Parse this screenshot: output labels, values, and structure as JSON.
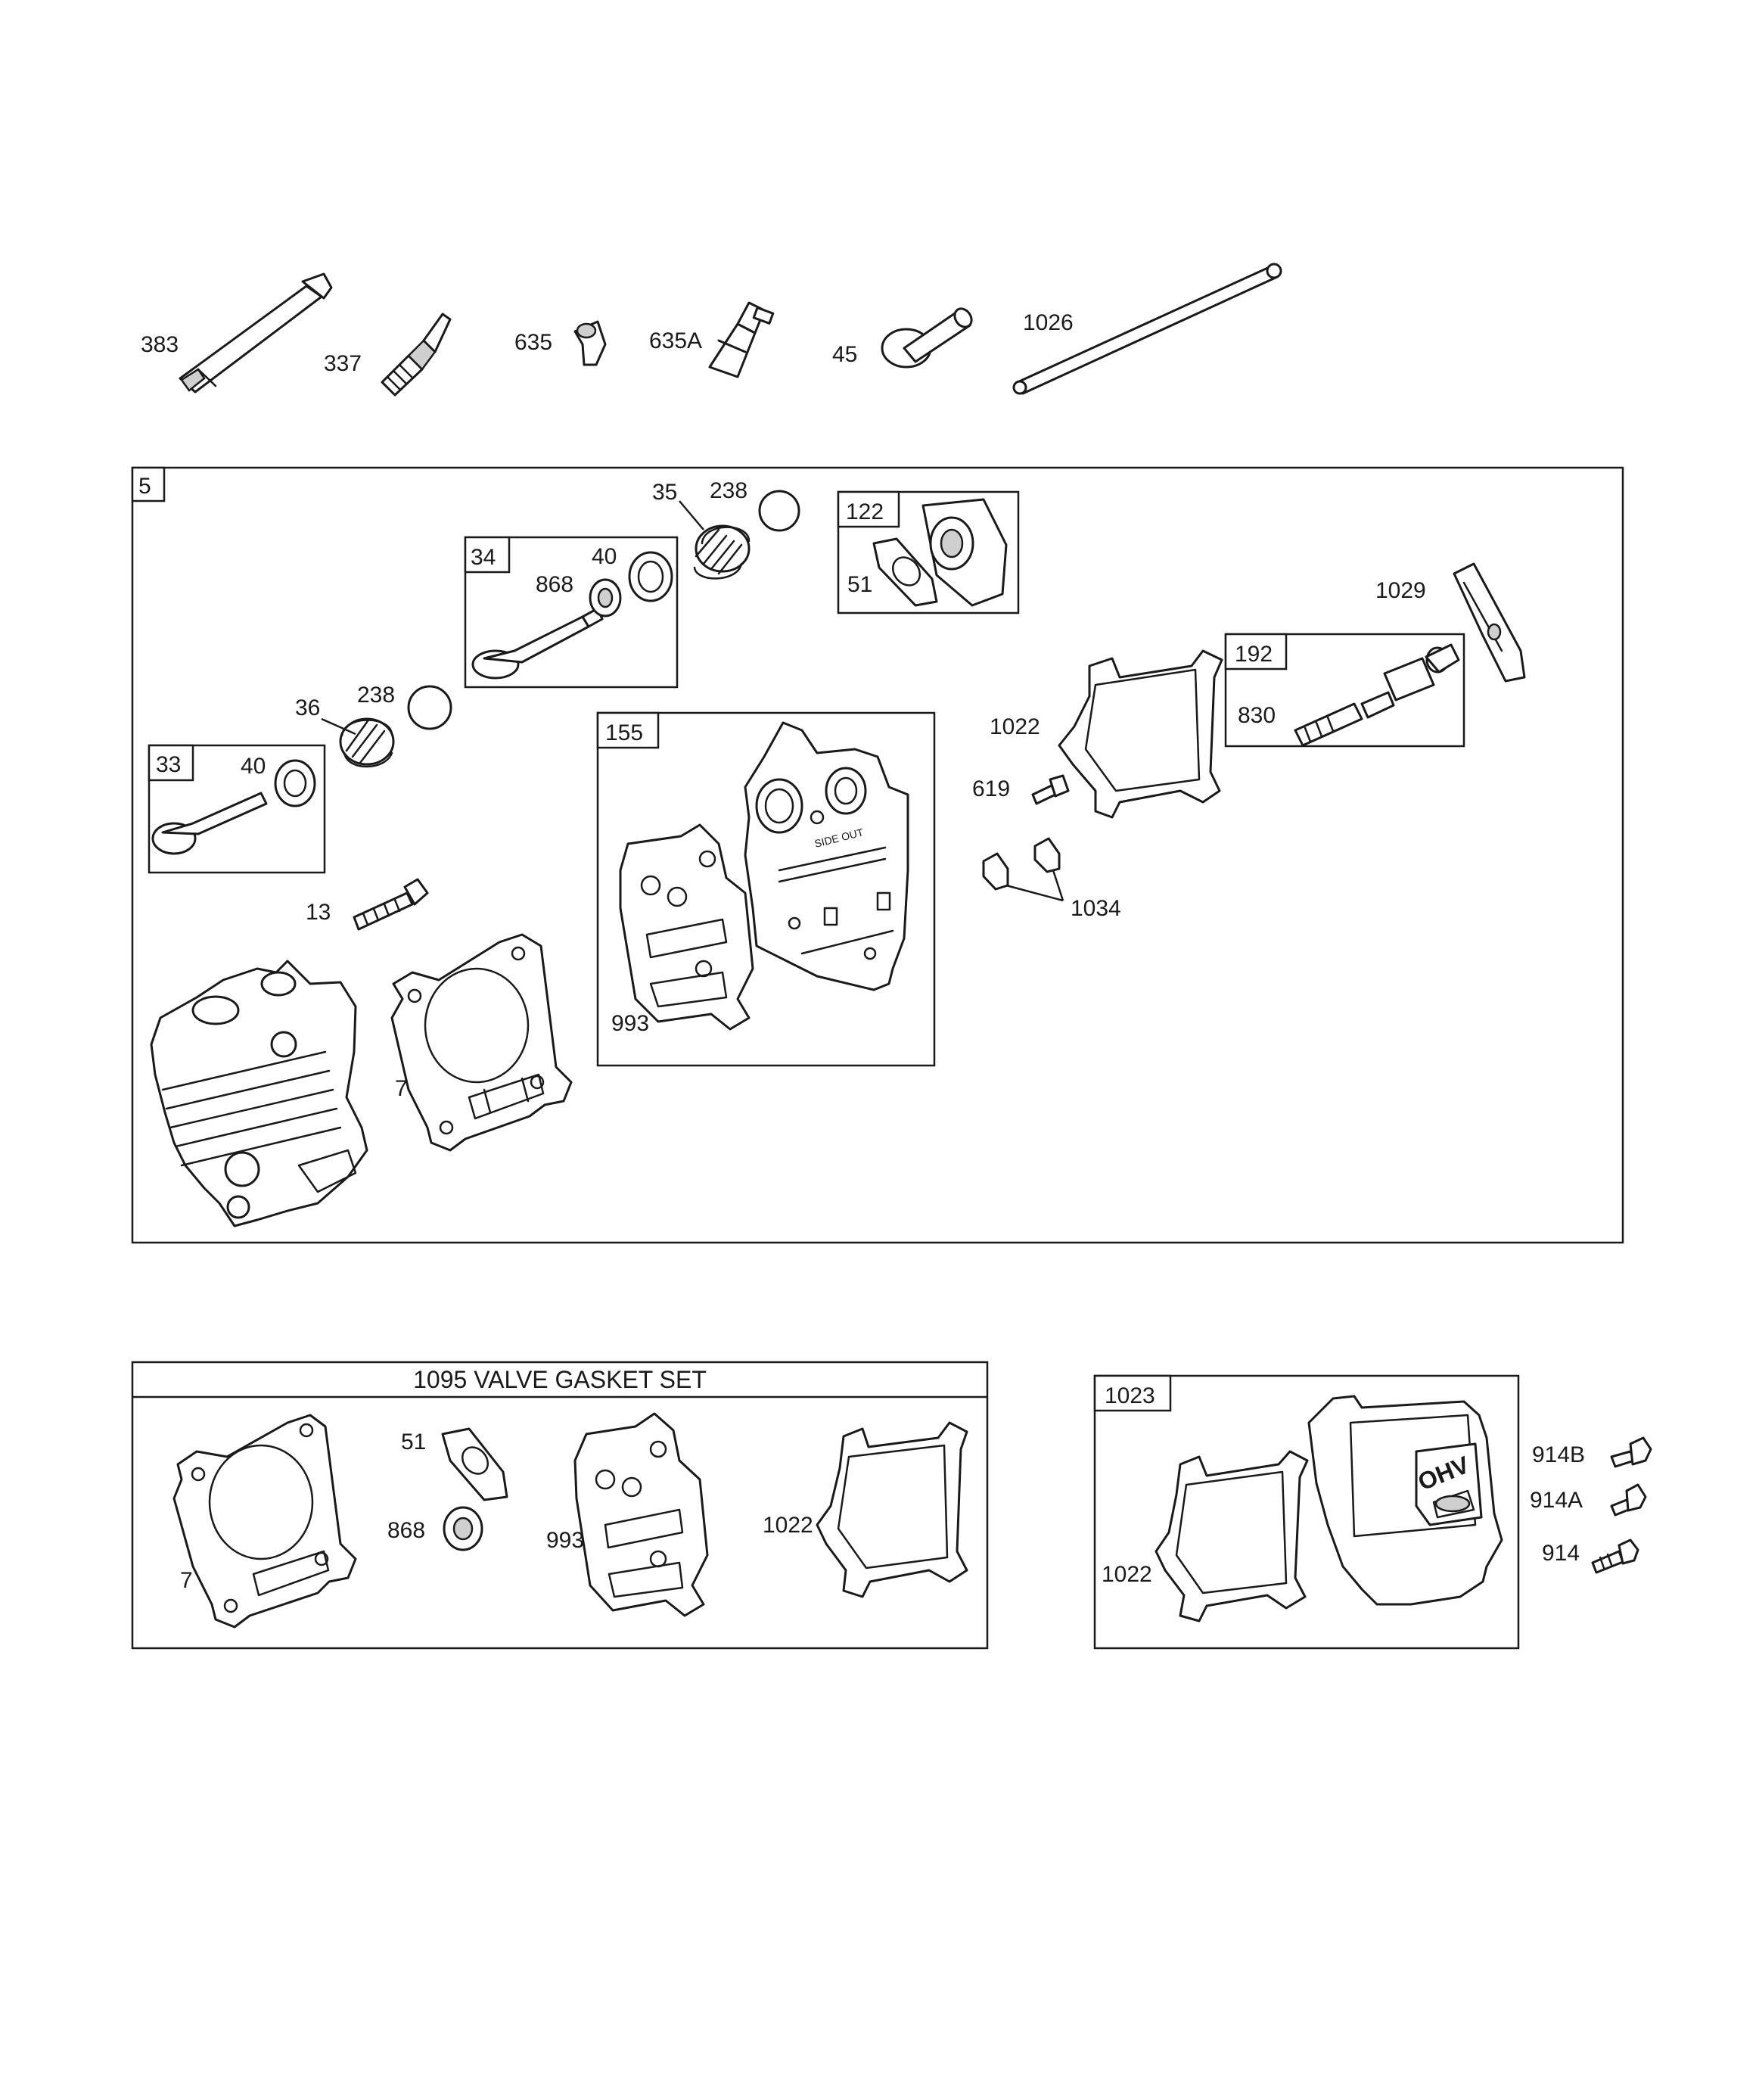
{
  "callouts": {
    "p383": "383",
    "p337": "337",
    "p635": "635",
    "p635a": "635A",
    "p45": "45",
    "p1026": "1026",
    "p35": "35",
    "p238a": "238",
    "p40a": "40",
    "p868a": "868",
    "p51a": "51",
    "p1029": "1029",
    "p36": "36",
    "p238b": "238",
    "p40b": "40",
    "p830": "830",
    "p1022a": "1022",
    "p619": "619",
    "p1034": "1034",
    "p13": "13",
    "p993a": "993",
    "p7a": "7",
    "p51b": "51",
    "p868b": "868",
    "p993b": "993",
    "p1022b": "1022",
    "p7b": "7",
    "p1022c": "1022",
    "p914b": "914B",
    "p914a": "914A",
    "p914": "914"
  },
  "tags": {
    "t5": "5",
    "t34": "34",
    "t122": "122",
    "t192": "192",
    "t33": "33",
    "t155": "155",
    "t1023": "1023"
  },
  "gasket_set_title": "1095 VALVE GASKET SET",
  "stamp_text": "SIDE OUT",
  "cover_logo_text": "OHV"
}
